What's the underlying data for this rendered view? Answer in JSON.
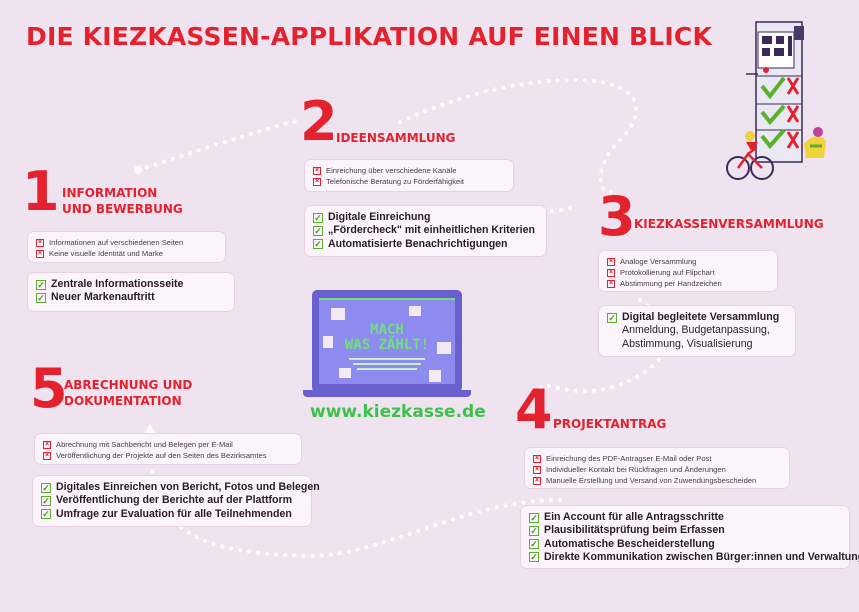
{
  "title": "DIE KIEZKASSEN-APPLIKATION AUF EINEN BLICK",
  "colors": {
    "background": "#f0e3f0",
    "accent_red": "#e4222e",
    "check_green": "#5ab02c",
    "url_green": "#3bc24a",
    "laptop_purple": "#6a5fcf",
    "screen_blue": "#8d8bed"
  },
  "sections": [
    {
      "number": "1",
      "title": [
        "INFORMATION",
        "UND BEWERBUNG"
      ],
      "old": [
        "Informationen auf verschiedenen Seiten",
        "Keine visuelle Identität und Marke"
      ],
      "new": [
        "Zentrale Informationsseite",
        "Neuer Markenauftritt"
      ]
    },
    {
      "number": "2",
      "title": [
        "IDEENSAMMLUNG"
      ],
      "old": [
        "Einreichung über verschiedene Kanäle",
        "Telefonische Beratung zu Förderfähigkeit"
      ],
      "new": [
        "Digitale Einreichung",
        "„Fördercheck\" mit einheitlichen Kriterien",
        "Automatisierte Benachrichtigungen"
      ]
    },
    {
      "number": "3",
      "title": [
        "KIEZKASSENVERSAMMLUNG"
      ],
      "old": [
        "Analoge Versammlung",
        "Protokollierung auf Flipchart",
        "Abstimmung per Handzeichen"
      ],
      "new": [
        "Digital begleitete Versammlung",
        "Anmeldung, Budgetanpassung,",
        "Abstimmung, Visualisierung"
      ]
    },
    {
      "number": "4",
      "title": [
        "PROJEKTANTRAG"
      ],
      "old": [
        "Einreichung des PDF-Antragser E-Mail oder Post",
        "Individueller Kontakt bei Rückfragen und Änderungen",
        "Manuelle Erstellung und Versand von Zuwendungsbescheiden"
      ],
      "new": [
        "Ein Account für alle Antragsschritte",
        "Plausibilitätsprüfung beim Erfassen",
        "Automatische Bescheiderstellung",
        "Direkte Kommunikation zwischen Bürger:innen und Verwaltung"
      ]
    },
    {
      "number": "5",
      "title": [
        "ABRECHNUNG UND",
        "DOKUMENTATION"
      ],
      "old": [
        "Abrechnung mit Sachbericht und Belegen per E-Mail",
        "Veröffentlichung der Projekte auf den Seiten des Bezirksamtes"
      ],
      "new": [
        "Digitales Einreichen von Bericht, Fotos und Belegen",
        "Veröffentlichung der Berichte auf der Plattform",
        "Umfrage zur Evaluation für alle Teilnehmenden"
      ]
    }
  ],
  "laptop": {
    "headline": [
      "MACH",
      "WAS ZÄHLT!"
    ]
  },
  "url": "www.kiezkasse.de",
  "icons": {
    "old_marker": "x-box-icon",
    "new_marker": "check-box-icon",
    "illustration": "ballot-machine-icon"
  }
}
